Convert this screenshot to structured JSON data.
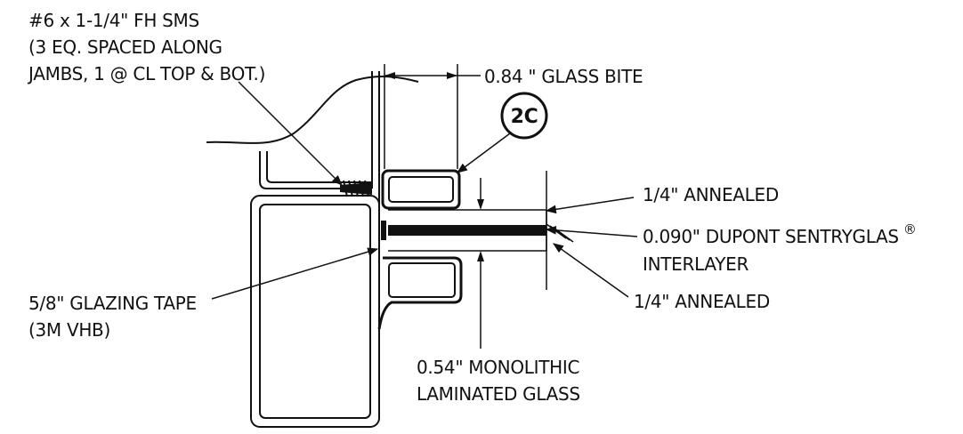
{
  "callouts": {
    "screw": [
      "#6 x 1-1/4\" FH SMS",
      "(3 EQ. SPACED ALONG",
      "JAMBS, 1 @ CL TOP & BOT.)"
    ],
    "glass_bite": "0.84 \" GLASS BITE",
    "section_tag": "2C",
    "annealed_top": "1/4\" ANNEALED",
    "interlayer": [
      "0.090\" DUPONT SENTRYGLAS",
      "INTERLAYER"
    ],
    "interlayer_mark": "®",
    "annealed_bottom": "1/4\" ANNEALED",
    "glazing_tape": [
      "5/8\" GLAZING TAPE",
      "(3M VHB)"
    ],
    "monolithic": [
      "0.54\" MONOLITHIC",
      "LAMINATED GLASS"
    ]
  },
  "colors": {
    "line": "#111111",
    "background": "#ffffff"
  }
}
